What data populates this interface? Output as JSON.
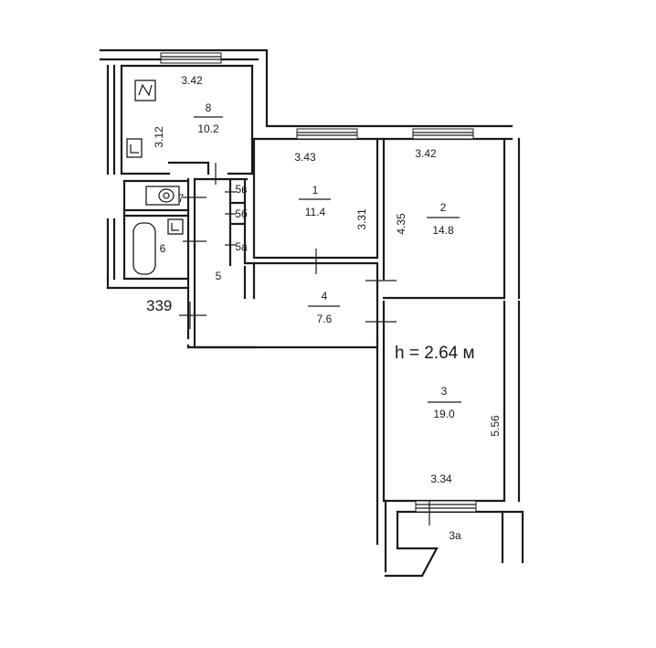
{
  "plan": {
    "code": "339",
    "height_note": "h = 2.64 м",
    "rooms": [
      {
        "id": "room-1",
        "number": "1",
        "area": "11.4"
      },
      {
        "id": "room-2",
        "number": "2",
        "area": "14.8"
      },
      {
        "id": "room-3",
        "number": "3",
        "area": "19.0"
      },
      {
        "id": "room-4",
        "number": "4",
        "area": "7.6"
      },
      {
        "id": "room-8",
        "number": "8",
        "area": "10.2"
      }
    ],
    "labels": {
      "r5": "5",
      "r5a": "5а",
      "r5b": "5б",
      "r5v": "5в",
      "r6": "6",
      "r7": "7",
      "r3a": "3а"
    },
    "dimensions": {
      "d8_width": "3.42",
      "d8_depth": "3.12",
      "d1_width": "3.43",
      "d1_depth": "3.31",
      "d2_width": "3.42",
      "d2_depth": "4.35",
      "d3_width": "3.34",
      "d3_depth": "5.56"
    }
  }
}
